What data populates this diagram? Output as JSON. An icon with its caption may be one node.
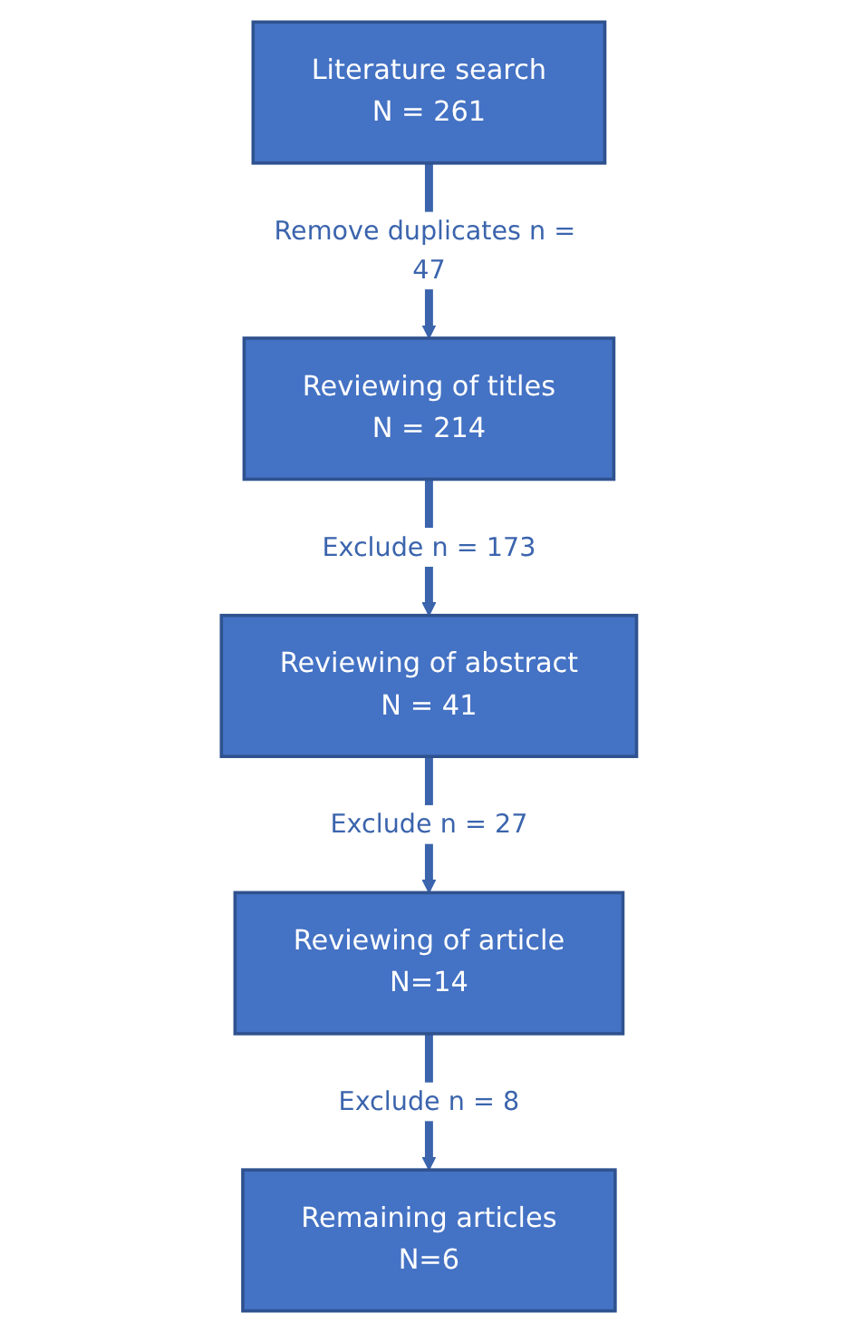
{
  "diagram": {
    "nodes": [
      {
        "text": [
          "Literature search",
          "N = 261"
        ]
      },
      {
        "text": [
          "Reviewing of titles",
          "N = 214"
        ]
      },
      {
        "text": [
          "Reviewing of abstract",
          "N = 41"
        ]
      },
      {
        "text": [
          "Reviewing of article",
          "N=14"
        ]
      },
      {
        "text": [
          "Remaining articles",
          "N=6"
        ]
      }
    ],
    "edges": [
      {
        "from": 0,
        "to": 1,
        "arrow": "to",
        "label": "Remove duplicates n = 47"
      },
      {
        "from": 1,
        "to": 2,
        "arrow": "to",
        "label": "Exclude n = 173"
      },
      {
        "from": 2,
        "to": 3,
        "arrow": "to",
        "label": "Exclude n = 27"
      },
      {
        "from": 3,
        "to": 4,
        "arrow": "to",
        "label": "Exclude n = 8"
      }
    ]
  }
}
